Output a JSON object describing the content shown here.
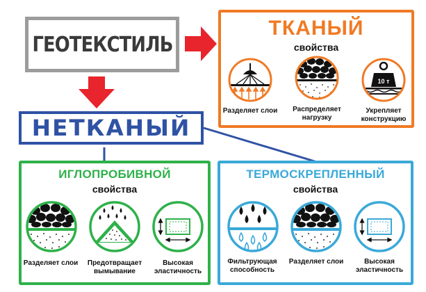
{
  "geotextile": {
    "title": "ГЕОТЕКСТИЛЬ"
  },
  "nonwoven": {
    "title": "НЕТКАНЫЙ"
  },
  "woven": {
    "title": "ТКАНЫЙ",
    "subtitle": "свойства",
    "items": [
      {
        "label": "Разделяет слои"
      },
      {
        "label": "Распределяет нагрузку"
      },
      {
        "label": "Укрепляет конструкцию",
        "weight_text": "10 т"
      }
    ]
  },
  "needlepunched": {
    "title": "ИГЛОПРОБИВНОЙ",
    "subtitle": "свойства",
    "items": [
      {
        "label": "Разделяет слои"
      },
      {
        "label": "Предотвращает вымывание"
      },
      {
        "label": "Высокая эластичность"
      }
    ]
  },
  "thermobonded": {
    "title": "ТЕРМОСКРЕПЛЕННЫЙ",
    "subtitle": "свойства",
    "items": [
      {
        "label": "Фильтрующая способность"
      },
      {
        "label": "Разделяет слои"
      },
      {
        "label": "Высокая эластичность"
      }
    ]
  },
  "colors": {
    "woven": "#f07a25",
    "nonwoven": "#2f52a4",
    "needlepunched": "#2eb14a",
    "thermobonded": "#3aa9d8",
    "arrow": "#e8242c"
  }
}
